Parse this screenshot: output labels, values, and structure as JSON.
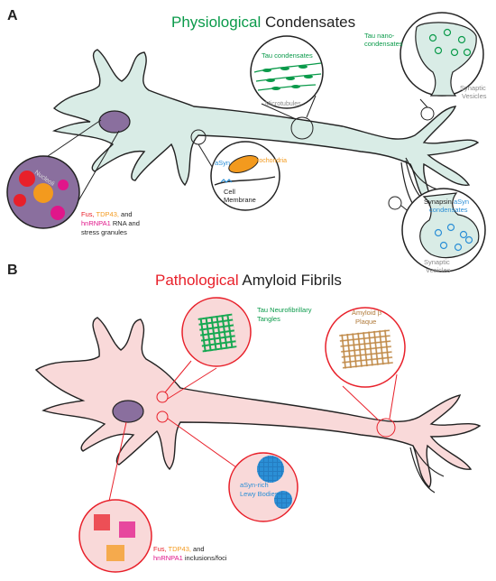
{
  "panel_a": {
    "letter": "A",
    "title_part1": "Physiological",
    "title_part2": " Condensates",
    "labels": {
      "nucleoli": "Nucleoli",
      "fus_line1_fus": "Fus,",
      "fus_line1_tdp": " TDP43,",
      "fus_line1_and": " and",
      "fus_line2_hnrnp": "hnRNPA1",
      "fus_line2_rest": " RNA and",
      "fus_line3": "stress granules",
      "asyn": "aSyn",
      "mitochondria": "Mitochondria",
      "cell_membrane_1": "Cell",
      "cell_membrane_2": "Membrane",
      "tau_condensates": "Tau condensates",
      "microtubules": "Microtubules",
      "tau_nano_1": "Tau nano-",
      "tau_nano_2": "condensates",
      "synaptic_1": "Synaptic",
      "synaptic_2": "Vesicles",
      "synapsin_1a": "Synapsin/",
      "synapsin_1b": "aSyn",
      "synapsin_2": "condensates",
      "synaptic_b1": "Synaptic",
      "synaptic_b2": "Vesicles"
    }
  },
  "panel_b": {
    "letter": "B",
    "title_part1": "Pathological",
    "title_part2": " Amyloid Fibrils",
    "labels": {
      "tau_nft_1": "Tau Neurofibrillary",
      "tau_nft_2": "Tangles",
      "amyloid_1": "Amyloid β",
      "amyloid_2": "Plaque",
      "asyn_lewy_1": "aSyn-rich",
      "asyn_lewy_2": "Lewy Bodies",
      "fus_line1_fus": "Fus,",
      "fus_line1_tdp": " TDP43,",
      "fus_line1_and": " and",
      "fus_line2_hnrnp": "hnRNPA1",
      "fus_line2_rest": " inclusions/foci"
    }
  },
  "colors": {
    "green": "#0a9a4a",
    "red": "#e8202a",
    "orange": "#f39a1e",
    "magenta": "#e0168a",
    "blue": "#2b8fd6",
    "gray": "#8a8a8a",
    "brown": "#b07a3a",
    "neuron_a": "#d9ece6",
    "neuron_b": "#f9d9d9",
    "nucleus": "#8a6f9e"
  }
}
